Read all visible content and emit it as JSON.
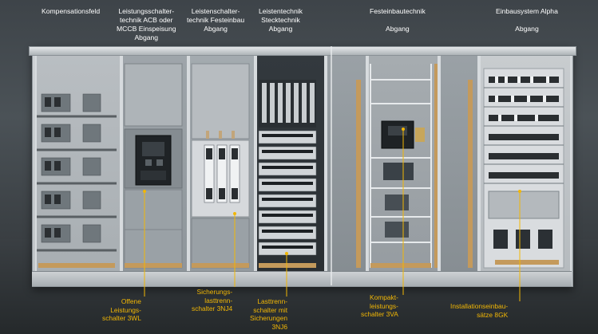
{
  "headers": {
    "kompensationsfeld": "Kompensationsfeld",
    "lst_line1": "Leistungsschalter-",
    "lst_line2": "technik ACB oder",
    "lst_line3": "MCCB Einspeisung",
    "lst_line4": "Abgang",
    "lfe_line1": "Leistenschalter-",
    "lfe_line2": "technik Festeinbau",
    "lfe_line3": "Abgang",
    "lsteck_line1": "Leistentechnik",
    "lsteck_line2": "Stecktechnik",
    "lsteck_line3": "Abgang",
    "fest_line1": "Festeinbautechnik",
    "fest_line2": "Abgang",
    "alpha_line1": "Einbausystem Alpha",
    "alpha_line2": "Abgang"
  },
  "callouts": {
    "offene_1": "Offene",
    "offene_2": "Leistungs-",
    "offene_3": "schalter 3WL",
    "sich_1": "Sicherungs-",
    "sich_2": "lasttrenn-",
    "sich_3": "schalter 3NJ4",
    "last_1": "Lasttrenn-",
    "last_2": "schalter mit",
    "last_3": "Sicherungen",
    "last_4": "3NJ6",
    "kompakt_1": "Kompakt-",
    "kompakt_2": "leistungs-",
    "kompakt_3": "schalter 3VA",
    "inst_1": "Installationseinbau-",
    "inst_2": "sätze 8GK"
  },
  "colors": {
    "callout": "#f2b705",
    "header": "#ffffff"
  }
}
